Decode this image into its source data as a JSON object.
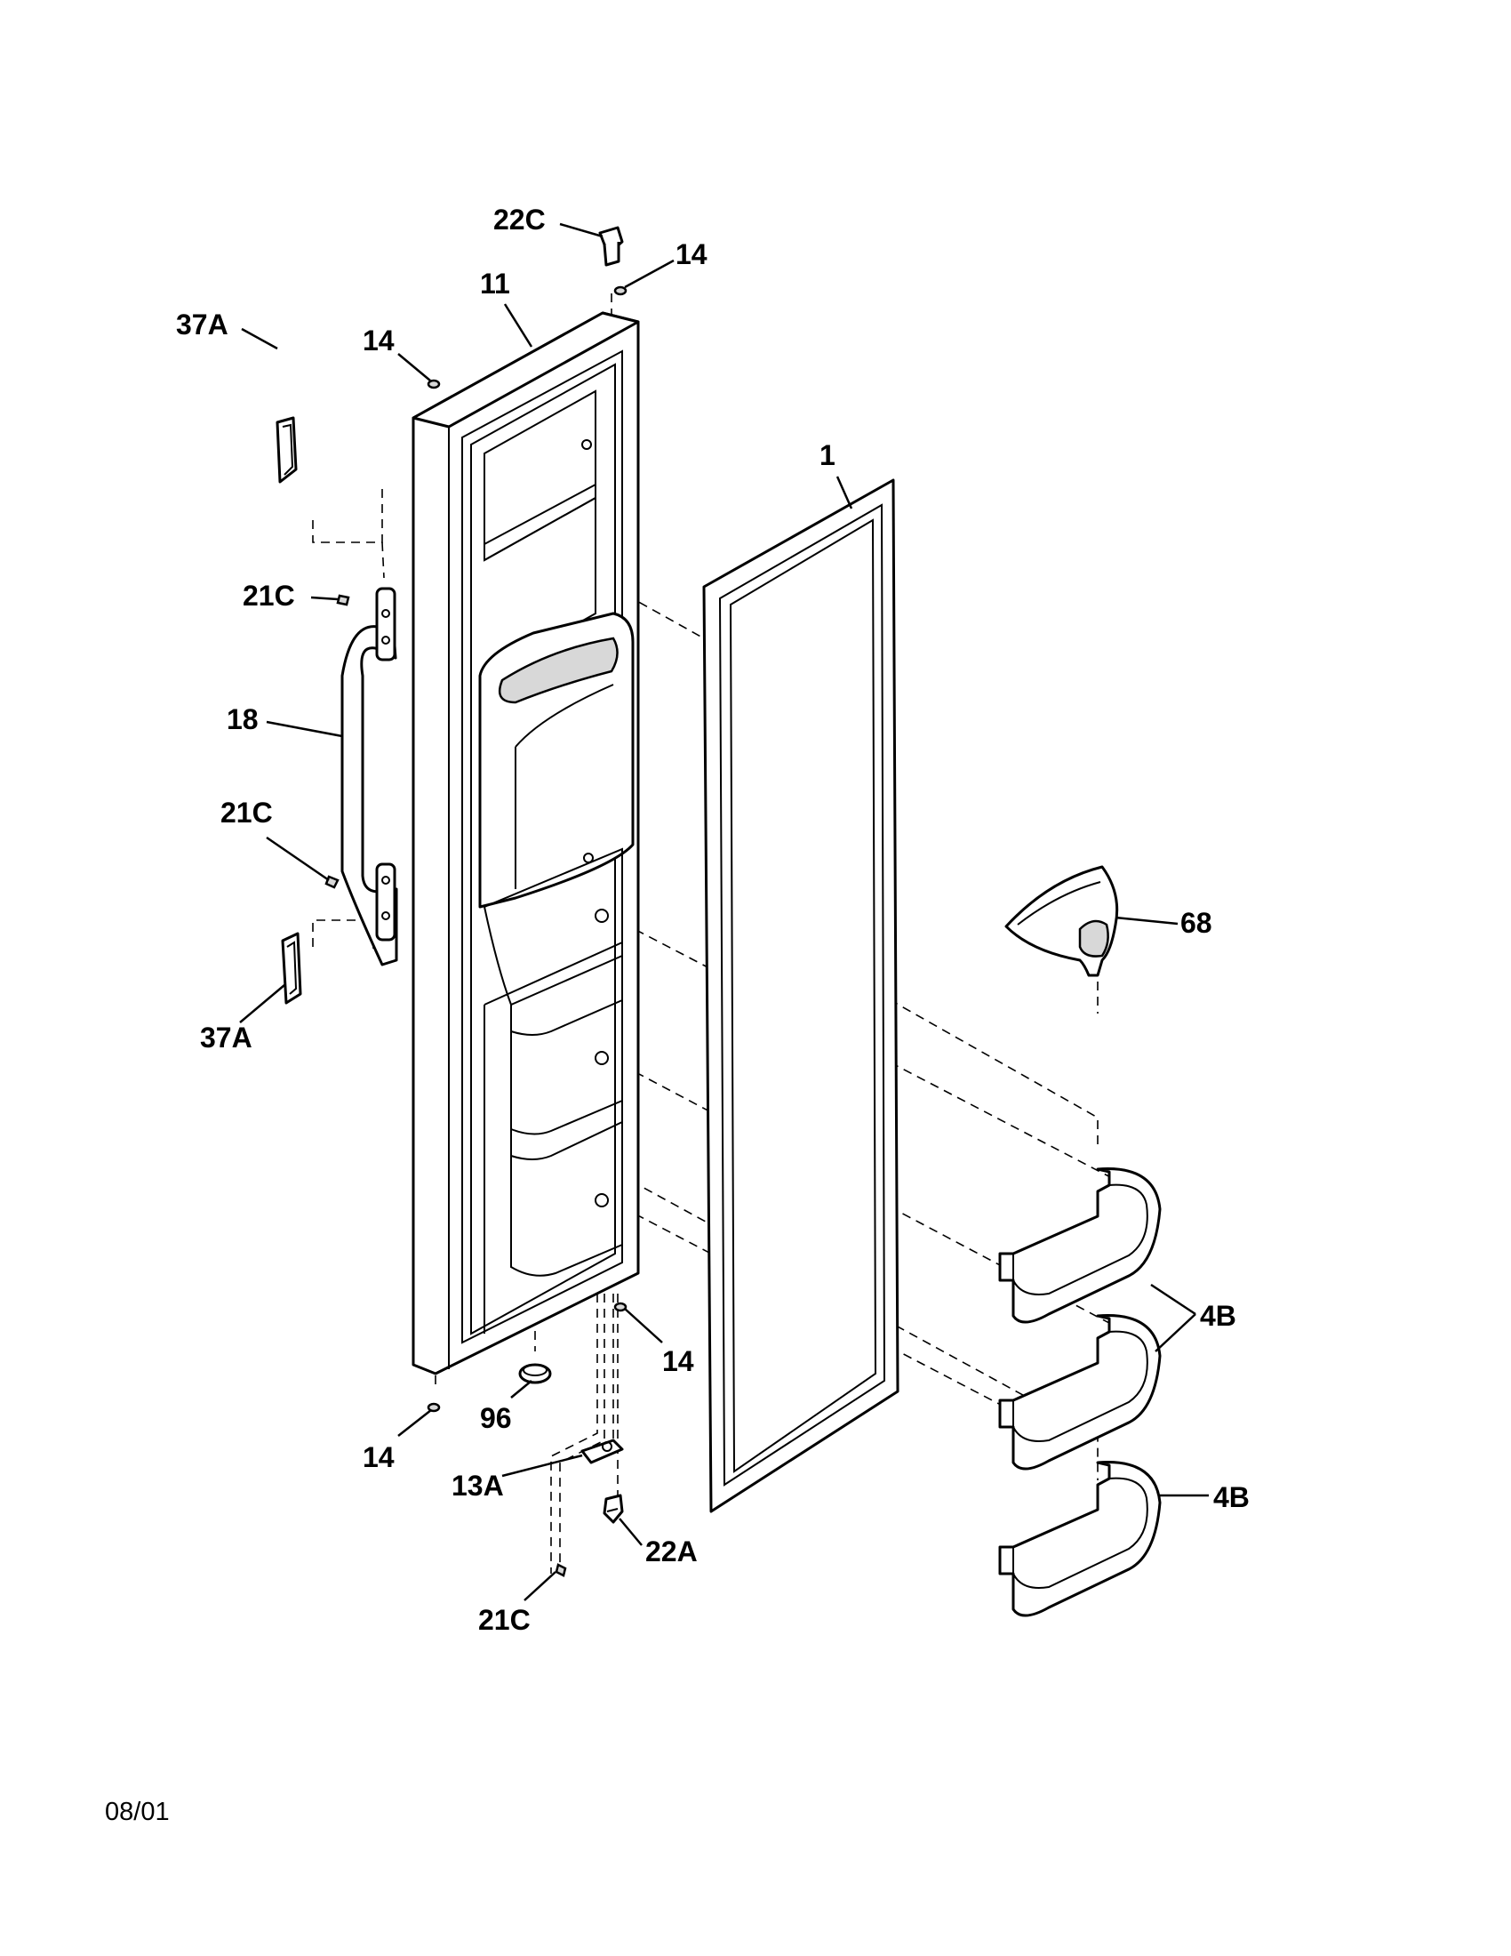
{
  "diagram": {
    "footer_date": "08/01",
    "callouts": [
      {
        "id": "c-22c-top",
        "text": "22C"
      },
      {
        "id": "c-14-top-right",
        "text": "14"
      },
      {
        "id": "c-11",
        "text": "11"
      },
      {
        "id": "c-14-top-left",
        "text": "14"
      },
      {
        "id": "c-37a-top",
        "text": "37A"
      },
      {
        "id": "c-1",
        "text": "1"
      },
      {
        "id": "c-21c-upper",
        "text": "21C"
      },
      {
        "id": "c-18",
        "text": "18"
      },
      {
        "id": "c-21c-lower",
        "text": "21C"
      },
      {
        "id": "c-68",
        "text": "68"
      },
      {
        "id": "c-37a-bottom",
        "text": "37A"
      },
      {
        "id": "c-4b-upper",
        "text": "4B"
      },
      {
        "id": "c-14-bottom-right",
        "text": "14"
      },
      {
        "id": "c-96",
        "text": "96"
      },
      {
        "id": "c-14-bottom-left",
        "text": "14"
      },
      {
        "id": "c-13a",
        "text": "13A"
      },
      {
        "id": "c-22a",
        "text": "22A"
      },
      {
        "id": "c-4b-lower",
        "text": "4B"
      },
      {
        "id": "c-21c-bottom",
        "text": "21C"
      }
    ]
  }
}
